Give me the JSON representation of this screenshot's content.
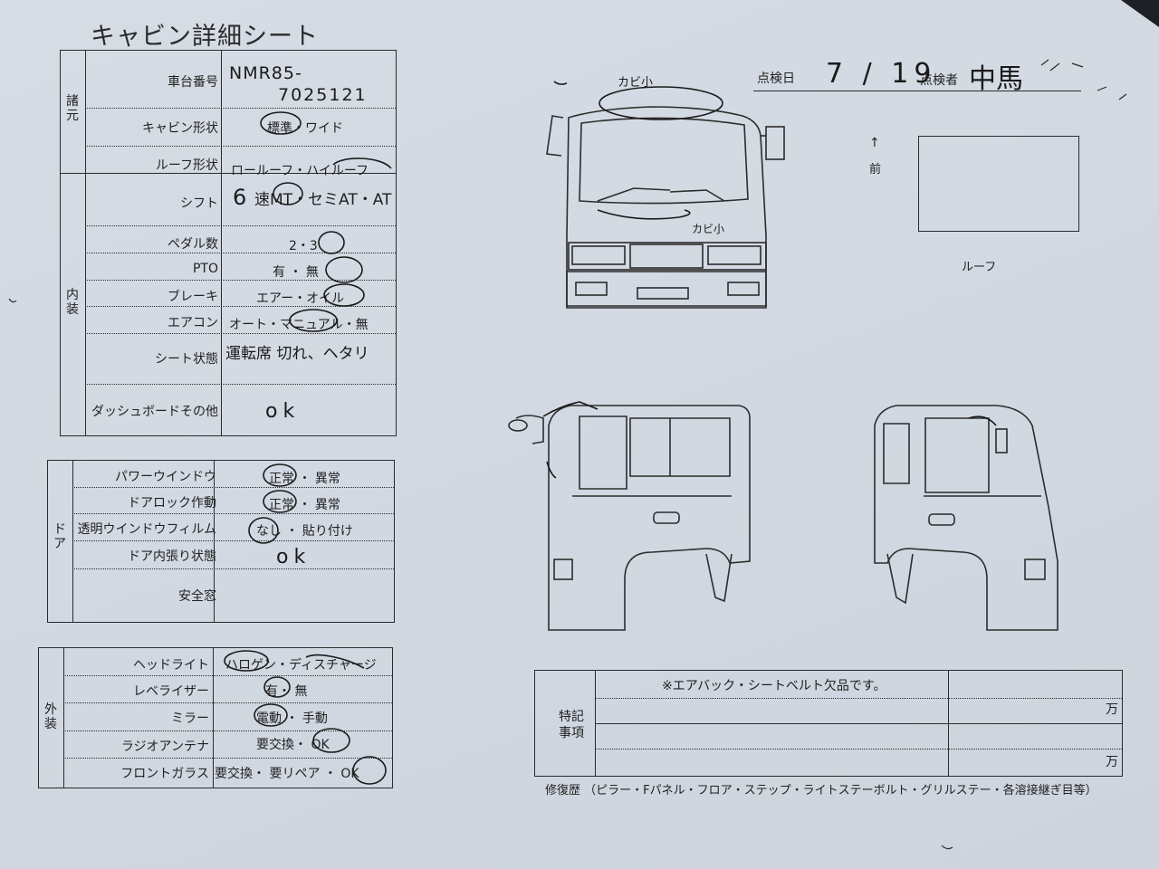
{
  "title": "キャビン詳細シート",
  "header": {
    "inspection_date_label": "点検日",
    "inspection_date_value": "7 / 19",
    "inspector_label": "点検者",
    "inspector_value": "中馬"
  },
  "specs": {
    "section_label": "諸元",
    "rows": [
      {
        "label": "車台番号",
        "value": "NMR85-",
        "value2": "7025121"
      },
      {
        "label": "キャビン形状",
        "options": "標準・ワイド"
      },
      {
        "label": "ルーフ形状",
        "options": "ロールーフ・ハイルーフ"
      }
    ]
  },
  "interior": {
    "section_label": "内装",
    "rows": [
      {
        "label": "シフト",
        "hand": "6",
        "options": "速MT・セミAT・AT"
      },
      {
        "label": "ペダル数",
        "options": "2・3"
      },
      {
        "label": "PTO",
        "options": "有 ・ 無"
      },
      {
        "label": "ブレーキ",
        "options": "エアー・オイル"
      },
      {
        "label": "エアコン",
        "options": "オート・マニュアル・無"
      },
      {
        "label": "シート状態",
        "value": "運転席 切れ、ヘタリ"
      },
      {
        "label": "ダッシュボードその他",
        "value": "ok"
      }
    ]
  },
  "door": {
    "section_label": "ドア",
    "rows": [
      {
        "label": "パワーウインドウ",
        "options": "正常 ・ 異常"
      },
      {
        "label": "ドアロック作動",
        "options": "正常 ・ 異常"
      },
      {
        "label": "透明ウインドウフィルム",
        "options": "なし ・ 貼り付け"
      },
      {
        "label": "ドア内張り状態",
        "value": "ok"
      },
      {
        "label": "安全窓",
        "value": ""
      }
    ]
  },
  "exterior": {
    "section_label": "外装",
    "rows": [
      {
        "label": "ヘッドライト",
        "options": "ハロゲン・ディスチャージ"
      },
      {
        "label": "レベライザー",
        "options": "有・ 無"
      },
      {
        "label": "ミラー",
        "options": "電動 ・ 手動"
      },
      {
        "label": "ラジオアンテナ",
        "options": "要交換・ OK"
      },
      {
        "label": "フロントガラス",
        "options": "要交換・ 要リペア ・ OK"
      }
    ]
  },
  "diagram": {
    "front_note_top": "カビ小",
    "front_note_bumper": "カビ小",
    "front_arrow_label": "前",
    "roof_label": "ルーフ"
  },
  "notes": {
    "section_label": "特記事項",
    "line1": "※エアバック・シートベルト欠品です。",
    "unit1": "万",
    "unit2": "万",
    "repair_history": "修復歴 （ピラー・Fパネル・フロア・ステップ・ライトステーボルト・グリルステー・各溶接継ぎ目等）"
  }
}
